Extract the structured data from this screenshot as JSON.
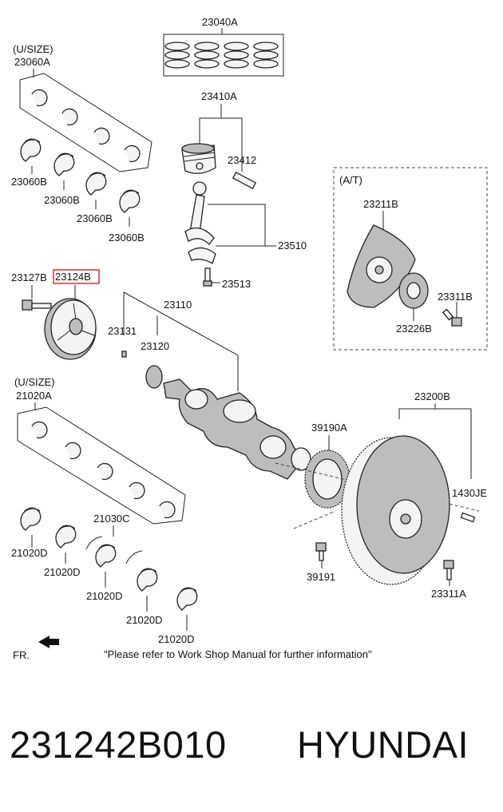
{
  "labels": {
    "p23040A": "23040A",
    "usize_top": "(U/SIZE)",
    "p23060A": "23060A",
    "p23410A": "23410A",
    "p23412": "23412",
    "p23060B_1": "23060B",
    "p23060B_2": "23060B",
    "p23060B_3": "23060B",
    "p23060B_4": "23060B",
    "p23510": "23510",
    "p23513": "23513",
    "at": "(A/T)",
    "p23211B": "23211B",
    "p23311B": "23311B",
    "p23226B": "23226B",
    "p23127B": "23127B",
    "p23124B": "23124B",
    "p23110": "23110",
    "p23131": "23131",
    "p23120": "23120",
    "usize_bottom": "(U/SIZE)",
    "p21020A": "21020A",
    "p23200B": "23200B",
    "p39190A": "39190A",
    "p1430JE": "1430JE",
    "p21030C": "21030C",
    "p21020D_1": "21020D",
    "p21020D_2": "21020D",
    "p21020D_3": "21020D",
    "p21020D_4": "21020D",
    "p21020D_5": "21020D",
    "p39191": "39191",
    "p23311A": "23311A",
    "fr": "FR.",
    "note": "\"Please refer to Work Shop Manual for further information\""
  },
  "highlight_color": "#d0312d",
  "footer": {
    "part_number": "231242B010",
    "brand": "HYUNDAI"
  }
}
